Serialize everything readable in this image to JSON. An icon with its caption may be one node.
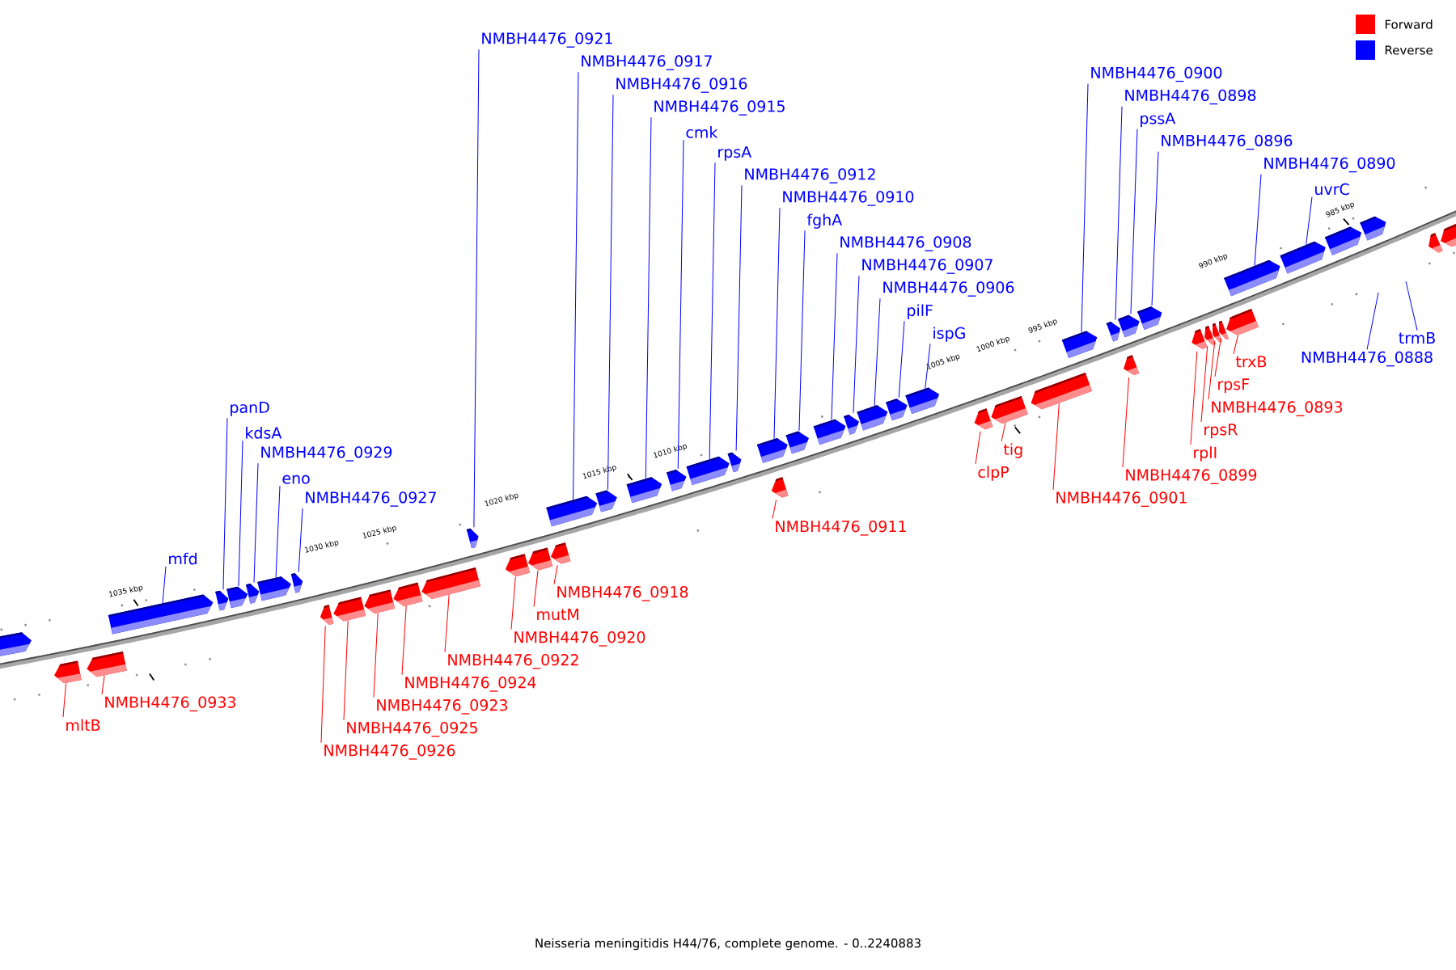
{
  "diagram": {
    "caption": "Neisseria meningitidis H44/76, complete genome. - 0..2240883",
    "nodes": [
      {
        "text": [
          "mfd"
        ]
      },
      {
        "text": [],
        "shape": "arrow"
      },
      {
        "text": [
          "panD"
        ]
      },
      {
        "text": [],
        "shape": "arrow"
      },
      {
        "text": [
          "kdsA"
        ]
      },
      {
        "text": [],
        "shape": "arrow"
      },
      {
        "text": [
          "NMBH4476_0929"
        ]
      },
      {
        "text": [],
        "shape": "arrow"
      },
      {
        "text": [
          "eno"
        ]
      },
      {
        "text": [],
        "shape": "arrow"
      },
      {
        "text": [
          "NMBH4476_0927"
        ]
      },
      {
        "text": [],
        "shape": "arrow"
      },
      {
        "text": [
          "NMBH4476_0921"
        ]
      },
      {
        "text": [],
        "shape": "arrow"
      },
      {
        "text": [
          "NMBH4476_0917"
        ]
      },
      {
        "text": [],
        "shape": "arrow"
      },
      {
        "text": [
          "NMBH4476_0916"
        ]
      },
      {
        "text": [],
        "shape": "arrow"
      },
      {
        "text": [
          "NMBH4476_0915"
        ]
      },
      {
        "text": [],
        "shape": "arrow"
      },
      {
        "text": [
          "cmk"
        ]
      },
      {
        "text": [],
        "shape": "arrow"
      },
      {
        "text": [
          "rpsA"
        ]
      },
      {
        "text": [],
        "shape": "arrow"
      },
      {
        "text": [
          "NMBH4476_0912"
        ]
      },
      {
        "text": [],
        "shape": "arrow"
      },
      {
        "text": [
          "NMBH4476_0910"
        ]
      },
      {
        "text": [],
        "shape": "arrow"
      },
      {
        "text": [
          "fghA"
        ]
      },
      {
        "text": [],
        "shape": "arrow"
      },
      {
        "text": [
          "NMBH4476_0908"
        ]
      },
      {
        "text": [],
        "shape": "arrow"
      },
      {
        "text": [
          "NMBH4476_0907"
        ]
      },
      {
        "text": [],
        "shape": "arrow"
      },
      {
        "text": [
          "NMBH4476_0906"
        ]
      },
      {
        "text": [],
        "shape": "arrow"
      },
      {
        "text": [
          "pilF"
        ]
      },
      {
        "text": [],
        "shape": "arrow"
      },
      {
        "text": [
          "ispG"
        ]
      },
      {
        "text": [],
        "shape": "arrow"
      },
      {
        "text": [
          "NMBH4476_0900"
        ]
      },
      {
        "text": [],
        "shape": "arrow"
      },
      {
        "text": [
          "NMBH4476_0898"
        ]
      },
      {
        "text": [],
        "shape": "arrow"
      },
      {
        "text": [
          "pssA"
        ]
      },
      {
        "text": [],
        "shape": "arrow"
      },
      {
        "text": [
          "NMBH4476_0896"
        ]
      },
      {
        "text": [],
        "shape": "arrow"
      },
      {
        "text": [
          "NMBH4476_0890"
        ]
      },
      {
        "text": [],
        "shape": "arrow"
      },
      {
        "text": [
          "uvrC"
        ]
      },
      {
        "text": [],
        "shape": "arrow"
      },
      {
        "text": [
          "trmB"
        ]
      },
      {
        "text": [
          "NMBH4476_0888"
        ]
      },
      {
        "text": [
          "mltB"
        ]
      },
      {
        "text": [],
        "shape": "arrow"
      },
      {
        "text": [
          "NMBH4476_0933"
        ]
      },
      {
        "text": [],
        "shape": "arrow"
      },
      {
        "text": [
          "NMBH4476_0926"
        ]
      },
      {
        "text": [],
        "shape": "arrow"
      },
      {
        "text": [
          "NMBH4476_0925"
        ]
      },
      {
        "text": [],
        "shape": "arrow"
      },
      {
        "text": [
          "NMBH4476_0923"
        ]
      },
      {
        "text": [],
        "shape": "arrow"
      },
      {
        "text": [
          "NMBH4476_0924"
        ]
      },
      {
        "text": [],
        "shape": "arrow"
      },
      {
        "text": [
          "NMBH4476_0922"
        ]
      },
      {
        "text": [],
        "shape": "arrow"
      },
      {
        "text": [
          "NMBH4476_0920"
        ]
      },
      {
        "text": [],
        "shape": "arrow"
      },
      {
        "text": [
          "mutM"
        ]
      },
      {
        "text": [],
        "shape": "arrow"
      },
      {
        "text": [
          "NMBH4476_0918"
        ]
      },
      {
        "text": [],
        "shape": "arrow"
      },
      {
        "text": [
          "NMBH4476_0911"
        ]
      },
      {
        "text": [],
        "shape": "arrow"
      },
      {
        "text": [
          "clpP"
        ]
      },
      {
        "text": [],
        "shape": "arrow"
      },
      {
        "text": [
          "tig"
        ]
      },
      {
        "text": [],
        "shape": "arrow"
      },
      {
        "text": [
          "NMBH4476_0901"
        ]
      },
      {
        "text": [],
        "shape": "arrow"
      },
      {
        "text": [
          "NMBH4476_0899"
        ]
      },
      {
        "text": [],
        "shape": "arrow"
      },
      {
        "text": [
          "rplI"
        ]
      },
      {
        "text": [],
        "shape": "arrow"
      },
      {
        "text": [
          "rpsR"
        ]
      },
      {
        "text": [],
        "shape": "arrow"
      },
      {
        "text": [
          "NMBH4476_0893"
        ]
      },
      {
        "text": [],
        "shape": "arrow"
      },
      {
        "text": [
          "rpsF"
        ]
      },
      {
        "text": [],
        "shape": "arrow"
      },
      {
        "text": [
          "trxB"
        ]
      },
      {
        "text": [],
        "shape": "arrow"
      },
      {
        "text": [],
        "shape": "arrow"
      },
      {
        "text": [],
        "shape": "arrow"
      },
      {
        "text": [],
        "shape": "arrow"
      },
      {
        "text": [],
        "shape": "arrow"
      },
      {
        "text": [],
        "shape": "arrow"
      }
    ],
    "edges": [
      {
        "from": 0,
        "to": 1,
        "arrow": "none"
      },
      {
        "from": 2,
        "to": 3,
        "arrow": "none"
      },
      {
        "from": 4,
        "to": 5,
        "arrow": "none"
      },
      {
        "from": 6,
        "to": 7,
        "arrow": "none"
      },
      {
        "from": 8,
        "to": 9,
        "arrow": "none"
      },
      {
        "from": 10,
        "to": 11,
        "arrow": "none"
      },
      {
        "from": 12,
        "to": 13,
        "arrow": "none"
      },
      {
        "from": 14,
        "to": 15,
        "arrow": "none"
      },
      {
        "from": 16,
        "to": 17,
        "arrow": "none"
      },
      {
        "from": 18,
        "to": 19,
        "arrow": "none"
      },
      {
        "from": 20,
        "to": 21,
        "arrow": "none"
      },
      {
        "from": 22,
        "to": 23,
        "arrow": "none"
      },
      {
        "from": 24,
        "to": 25,
        "arrow": "none"
      },
      {
        "from": 26,
        "to": 27,
        "arrow": "none"
      },
      {
        "from": 28,
        "to": 29,
        "arrow": "none"
      },
      {
        "from": 30,
        "to": 31,
        "arrow": "none"
      },
      {
        "from": 32,
        "to": 33,
        "arrow": "none"
      },
      {
        "from": 34,
        "to": 35,
        "arrow": "none"
      },
      {
        "from": 36,
        "to": 37,
        "arrow": "none"
      },
      {
        "from": 38,
        "to": 39,
        "arrow": "none"
      },
      {
        "from": 40,
        "to": 41,
        "arrow": "none"
      },
      {
        "from": 42,
        "to": 43,
        "arrow": "none"
      },
      {
        "from": 44,
        "to": 45,
        "arrow": "none"
      },
      {
        "from": 46,
        "to": 47,
        "arrow": "none"
      },
      {
        "from": 48,
        "to": 49,
        "arrow": "none"
      },
      {
        "from": 50,
        "to": 51,
        "arrow": "none"
      },
      {
        "from": 52,
        "to": null,
        "arrow": "none"
      },
      {
        "from": 53,
        "to": null,
        "arrow": "none"
      },
      {
        "from": 54,
        "to": 55,
        "arrow": "none",
        "color": "#ff0000"
      },
      {
        "from": 56,
        "to": 57,
        "arrow": "none",
        "color": "#ff0000"
      },
      {
        "from": 58,
        "to": 59,
        "arrow": "none",
        "color": "#ff0000"
      },
      {
        "from": 60,
        "to": 61,
        "arrow": "none",
        "color": "#ff0000"
      },
      {
        "from": 62,
        "to": 63,
        "arrow": "none",
        "color": "#ff0000"
      },
      {
        "from": 64,
        "to": 65,
        "arrow": "none",
        "color": "#ff0000"
      },
      {
        "from": 66,
        "to": 67,
        "arrow": "none",
        "color": "#ff0000"
      },
      {
        "from": 68,
        "to": 69,
        "arrow": "none",
        "color": "#ff0000"
      },
      {
        "from": 70,
        "to": 71,
        "arrow": "none",
        "color": "#ff0000"
      },
      {
        "from": 72,
        "to": 73,
        "arrow": "none",
        "color": "#ff0000"
      },
      {
        "from": 74,
        "to": 75,
        "arrow": "none",
        "color": "#ff0000"
      },
      {
        "from": 76,
        "to": 77,
        "arrow": "none",
        "color": "#ff0000"
      },
      {
        "from": 78,
        "to": 79,
        "arrow": "none",
        "color": "#ff0000"
      },
      {
        "from": 80,
        "to": 81,
        "arrow": "none",
        "color": "#ff0000"
      },
      {
        "from": 82,
        "to": 83,
        "arrow": "none",
        "color": "#ff0000"
      },
      {
        "from": 84,
        "to": 85,
        "arrow": "none",
        "color": "#ff0000"
      },
      {
        "from": 86,
        "to": 87,
        "arrow": "none",
        "color": "#ff0000"
      },
      {
        "from": 88,
        "to": 89,
        "arrow": "none",
        "color": "#ff0000"
      },
      {
        "from": 90,
        "to": 91,
        "arrow": "none",
        "color": "#ff0000"
      },
      {
        "from": 92,
        "to": 93,
        "arrow": "none",
        "color": "#ff0000"
      }
    ],
    "labels": [
      "1035 kbp",
      "1030 kbp",
      "1025 kbp",
      "1020 kbp",
      "1015 kbp",
      "1010 kbp",
      "1005 kbp",
      "1000 kbp",
      "995 kbp",
      "990 kbp",
      "985 kbp"
    ],
    "legend": [
      {
        "text": "Forward",
        "color": "#ff0000"
      },
      {
        "text": "Reverse",
        "color": "#0000ff"
      }
    ]
  }
}
